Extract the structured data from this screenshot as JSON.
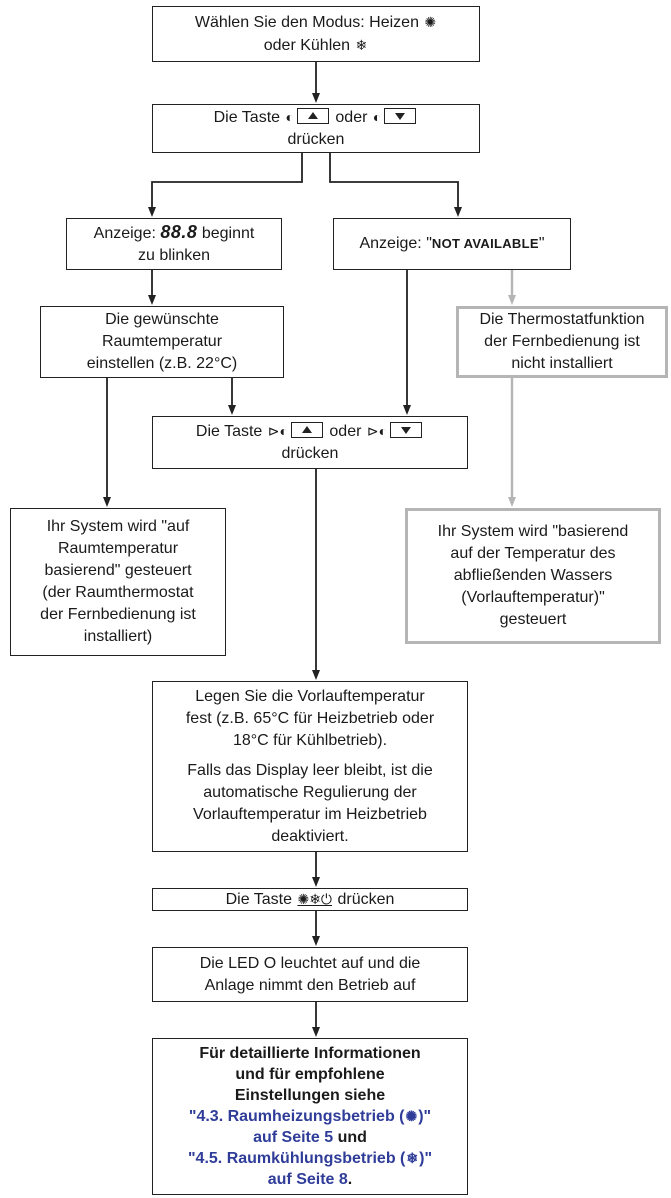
{
  "nodes": {
    "mode": {
      "line1": "Wählen Sie den Modus: Heizen",
      "heat_icon": "✺",
      "line2_prefix": "oder Kühlen",
      "cool_icon": "❄"
    },
    "press_key": {
      "prefix": "Die Taste",
      "thermo_icon": "◐",
      "or": "oder",
      "line2": "drücken"
    },
    "display_blink": {
      "prefix": "Anzeige:",
      "digits": "88.8",
      "suffix": "beginnt",
      "line2": "zu blinken"
    },
    "not_available": {
      "prefix": "Anzeige: \"",
      "value": "NOT AVAILABLE",
      "suffix": "\""
    },
    "set_room_temp": {
      "line1": "Die gewünschte",
      "line2": "Raumtemperatur",
      "line3": "einstellen (z.B. 22°C)"
    },
    "thermostat_not_installed": {
      "line1": "Die Thermostatfunktion",
      "line2": "der Fernbedienung ist",
      "line3": "nicht installiert"
    },
    "press_key2": {
      "prefix": "Die Taste",
      "icon": "⊳◐",
      "or": "oder",
      "line2": "drücken"
    },
    "room_based": {
      "lines": [
        "Ihr System wird \"auf",
        "Raumtemperatur",
        "basierend\" gesteuert",
        "(der Raumthermostat",
        "der Fernbedienung ist",
        "installiert)"
      ]
    },
    "water_based": {
      "lines": [
        "Ihr System wird \"basierend",
        "auf der Temperatur des",
        "abfließenden Wassers",
        "(Vorlauftemperatur)\"",
        "gesteuert"
      ]
    },
    "set_flow_temp": {
      "para1": [
        "Legen Sie die Vorlauftemperatur",
        "fest (z.B. 65°C für Heizbetrieb oder",
        "18°C für Kühlbetrieb)."
      ],
      "para2": [
        "Falls das Display leer bleibt, ist die",
        "automatische Regulierung der",
        "Vorlauftemperatur im Heizbetrieb",
        "deaktiviert."
      ]
    },
    "press_onoff": {
      "prefix": "Die Taste",
      "icon": "✺❄⏻",
      "suffix": "drücken"
    },
    "led_on": {
      "line1_prefix": "Die LED",
      "led_icon": "O",
      "line1_suffix": "leuchtet auf und die",
      "line2": "Anlage nimmt den Betrieb auf"
    },
    "final": {
      "line1": "Für detaillierte Informationen",
      "line2": "und für empfohlene",
      "line3": "Einstellungen siehe",
      "link1_a": "\"4.3. Raumheizungsbetrieb (",
      "link1_icon": "✺",
      "link1_b": ")\"",
      "link1_c": "auf Seite 5",
      "and": "und",
      "link2_a": "\"4.5. Raumkühlungsbetrieb (",
      "link2_icon": "❄",
      "link2_b": ")\"",
      "link2_c": "auf Seite 8",
      "end": "."
    }
  },
  "colors": {
    "border": "#222222",
    "gray_border": "#b5b5b5",
    "link": "#2f3d99"
  }
}
